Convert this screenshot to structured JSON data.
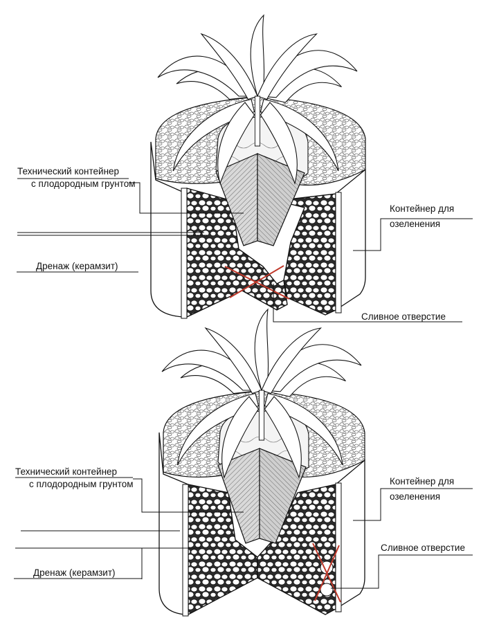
{
  "colors": {
    "line": "#1a1a1a",
    "cross": "#c0392b",
    "hatch": "#555555",
    "soil": "#f2f2f2"
  },
  "diagrams": [
    {
      "labels": {
        "tech_line1": "Технический контейнер",
        "tech_line2": "с плодородным грунтом",
        "drainage": "Дренаж (керамзит)",
        "green_line1": "Контейнер для",
        "green_line2": "озеленения",
        "hole": "Сливное отверстие"
      }
    },
    {
      "labels": {
        "tech_line1": "Технический контейнер",
        "tech_line2": "с плодородным грунтом",
        "drainage": "Дренаж (керамзит)",
        "green_line1": "Контейнер для",
        "green_line2": "озеленения",
        "hole": "Сливное отверстие"
      }
    }
  ]
}
